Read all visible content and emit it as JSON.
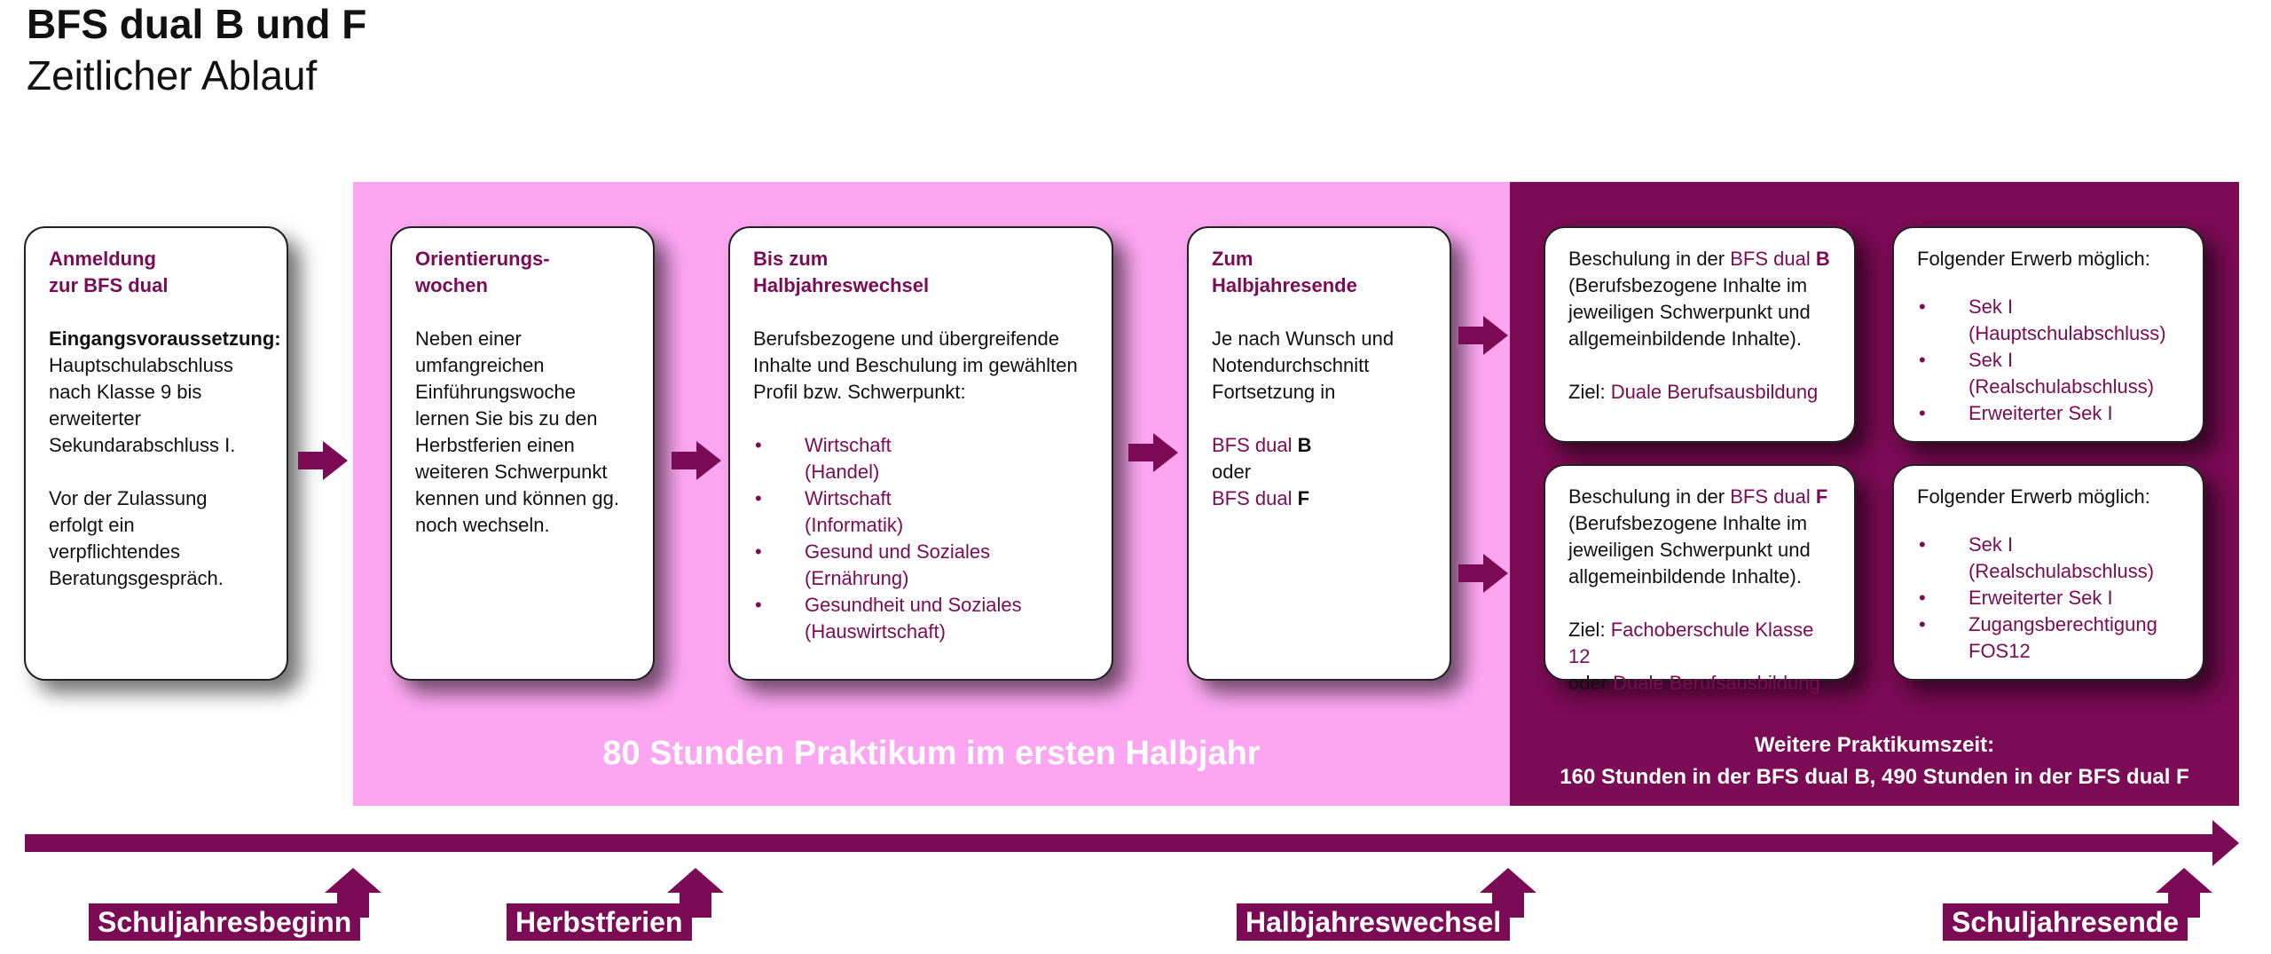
{
  "title": "BFS dual B und F",
  "subtitle": "Zeitlicher Ablauf",
  "card1": {
    "head1": "Anmeldung",
    "head2": "zur BFS dual",
    "req_label": "Eingangsvoraussetzung:",
    "req_lines": [
      "Hauptschulabschluss",
      "nach Klasse 9 bis",
      "erweiterter",
      "Sekundarabschluss I."
    ],
    "note_lines": [
      "Vor der Zulassung",
      "erfolgt ein",
      "verpflichtendes",
      "Beratungsgespräch."
    ]
  },
  "card2": {
    "head1": "Orientierungs-",
    "head2": "wochen",
    "lines": [
      "Neben einer",
      "umfangreichen",
      "Einführungswoche",
      "lernen Sie bis zu den",
      "Herbstferien einen",
      "weiteren Schwerpunkt",
      "kennen und können gg.",
      "noch wechseln."
    ]
  },
  "card3": {
    "head1": "Bis zum",
    "head2": "Halbjahreswechsel",
    "lines": [
      "Berufsbezogene und übergreifende",
      "Inhalte und Beschulung im gewählten",
      "Profil bzw. Schwerpunkt:"
    ],
    "items": [
      {
        "l1": "Wirtschaft",
        "l2": "(Handel)"
      },
      {
        "l1": "Wirtschaft",
        "l2": "(Informatik)"
      },
      {
        "l1": "Gesund und Soziales",
        "l2": "(Ernährung)"
      },
      {
        "l1": "Gesundheit und Soziales",
        "l2": "(Hauswirtschaft)"
      }
    ]
  },
  "card4": {
    "head1": "Zum",
    "head2": "Halbjahresende",
    "lines": [
      "Je nach Wunsch und",
      "Notendurchschnitt",
      "Fortsetzung in"
    ],
    "opt1_prefix": "BFS dual ",
    "opt1_letter": "B",
    "or": "oder",
    "opt2_prefix": "BFS dual ",
    "opt2_letter": "F"
  },
  "card5": {
    "intro": "Beschulung in der ",
    "bfs": "BFS dual ",
    "letter": "B",
    "lines": [
      "(Berufsbezogene Inhalte im",
      "jeweiligen Schwerpunkt und",
      "allgemeinbildende Inhalte)."
    ],
    "ziel_label": "Ziel: ",
    "ziel": "Duale Berufsausbildung"
  },
  "card6": {
    "head": "Folgender Erwerb möglich:",
    "items": [
      {
        "l1": "Sek I",
        "l2": "(Hauptschulabschluss)"
      },
      {
        "l1": "Sek I",
        "l2": "(Realschulabschluss)"
      },
      {
        "l1": "Erweiterter Sek I",
        "l2": ""
      }
    ]
  },
  "card7": {
    "intro": "Beschulung in der ",
    "bfs": "BFS dual ",
    "letter": "F",
    "lines": [
      "(Berufsbezogene Inhalte im",
      "jeweiligen Schwerpunkt und",
      "allgemeinbildende Inhalte)."
    ],
    "ziel_label": "Ziel: ",
    "ziel": "Fachoberschule Klasse 12",
    "oder": "oder ",
    "ziel2": "Duale Berufsausbildung"
  },
  "card8": {
    "head": "Folgender Erwerb möglich:",
    "items": [
      {
        "l1": "Sek I",
        "l2": "(Realschulabschluss)"
      },
      {
        "l1": "Erweiterter Sek I",
        "l2": ""
      },
      {
        "l1": "Zugangsberechtigung",
        "l2": "FOS12"
      }
    ]
  },
  "praktikum1": "80 Stunden Praktikum im ersten Halbjahr",
  "praktikum2": {
    "line1": "Weitere Praktikumszeit:",
    "line2": "160 Stunden in der BFS dual B, 490 Stunden in der BFS dual F"
  },
  "timeline": {
    "markers": [
      "Schuljahresbeginn",
      "Herbstferien",
      "Halbjahreswechsel",
      "Schuljahresende"
    ]
  },
  "colors": {
    "accent": "#7a0b54",
    "pink": "#fca6f1"
  }
}
